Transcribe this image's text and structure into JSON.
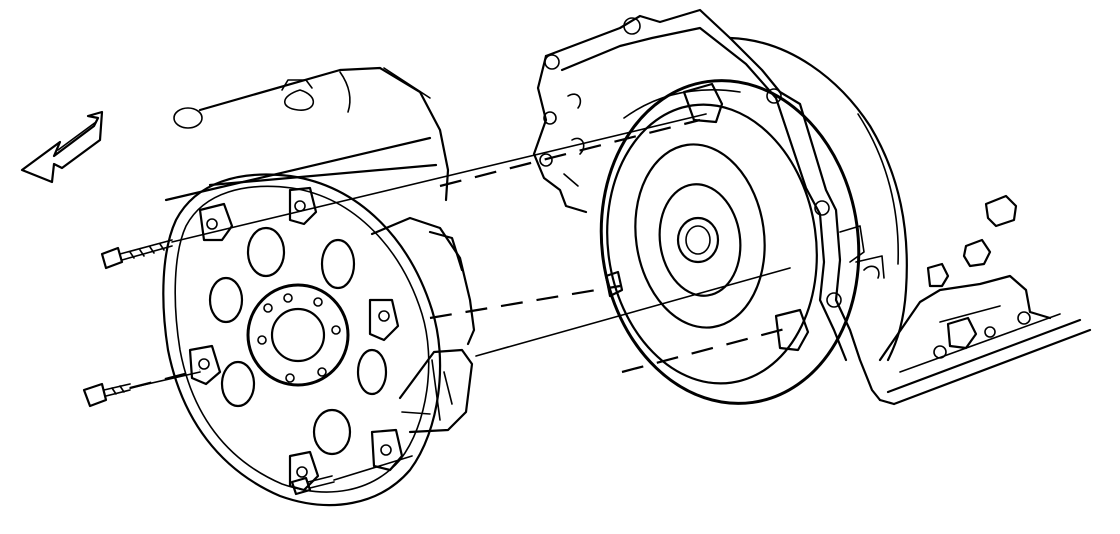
{
  "figure": {
    "background": "#ffffff",
    "line_color": "#000000",
    "parts": [
      "engine-block",
      "flexplate",
      "flexplate-bolts",
      "torque-converter-bolts",
      "torque-converter",
      "transmission-case",
      "direction-arrow"
    ]
  }
}
